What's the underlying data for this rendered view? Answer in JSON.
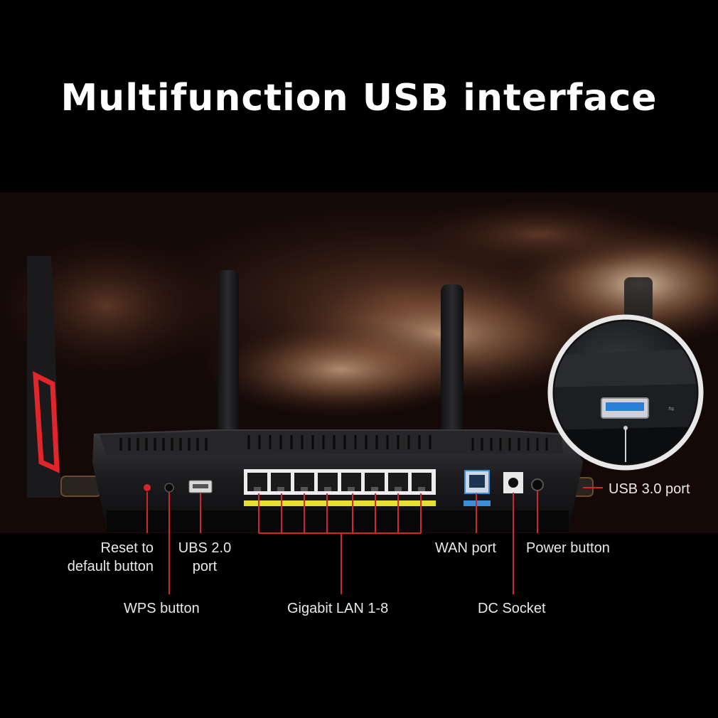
{
  "headline": "Multifunction USB interface",
  "labels": {
    "reset": [
      "Reset to",
      "default button"
    ],
    "usb2": [
      "UBS 2.0",
      "port"
    ],
    "wan": "WAN port",
    "power": "Power button",
    "wps": "WPS button",
    "lan": "Gigabit LAN 1-8",
    "dc": "DC Socket",
    "usb3": "USB 3.0 port"
  },
  "colors": {
    "background": "#000000",
    "callout_lines": "#d0282a",
    "accent_red": "#e0262a",
    "lan_strip": "#e8e030",
    "wan_port": "#3a8fd8",
    "label_text": "#e9e9e9"
  }
}
